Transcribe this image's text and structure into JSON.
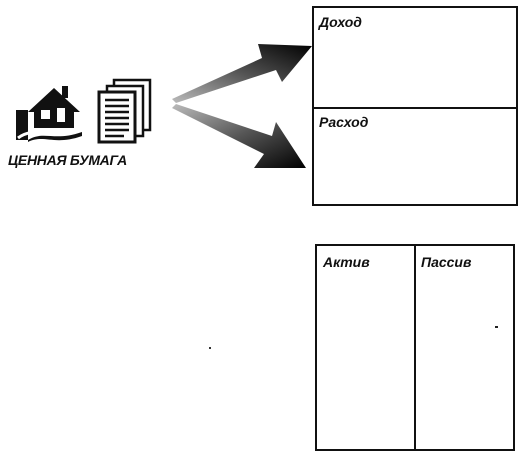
{
  "security": {
    "label": "ЦЕННАЯ БУМАГА"
  },
  "income_statement": {
    "income_label": "Доход",
    "expense_label": "Расход"
  },
  "balance_sheet": {
    "assets_label": "Актив",
    "liabilities_label": "Пассив"
  },
  "icons": {
    "house": "house-icon",
    "documents": "documents-icon"
  }
}
